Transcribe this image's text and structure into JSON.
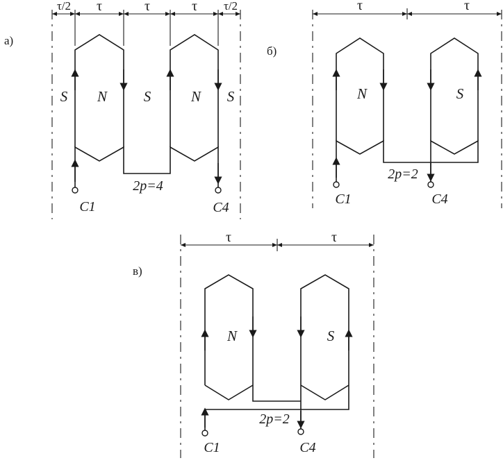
{
  "panels": {
    "a": {
      "label": "а)",
      "pitch_labels": [
        "τ/2",
        "τ",
        "τ",
        "τ",
        "τ/2"
      ],
      "poles": [
        "S",
        "N",
        "S",
        "N",
        "S"
      ],
      "pole_count": "2p=4",
      "terminals": [
        "C1",
        "C4"
      ]
    },
    "b": {
      "label": "б)",
      "pitch_labels": [
        "τ",
        "τ"
      ],
      "poles": [
        "N",
        "S"
      ],
      "pole_count": "2p=2",
      "terminals": [
        "C1",
        "C4"
      ]
    },
    "c": {
      "label": "в)",
      "pitch_labels": [
        "τ",
        "τ"
      ],
      "poles": [
        "N",
        "S"
      ],
      "pole_count": "2p=2",
      "terminals": [
        "C1",
        "C4"
      ]
    }
  }
}
